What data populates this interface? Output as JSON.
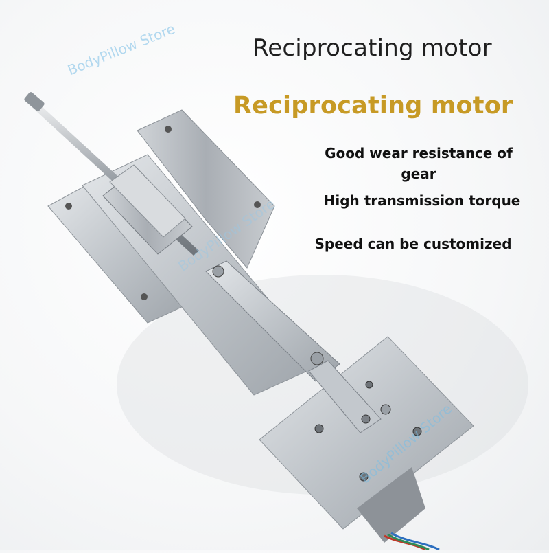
{
  "title": "Reciprocating motor",
  "subtitle": "Reciprocating motor",
  "features": [
    "Good wear resistance of gear",
    "High transmission torque",
    "Speed can be customized"
  ],
  "watermark": "BodyPillow Store",
  "colors": {
    "accent": "#c79a25",
    "text": "#111111",
    "metal": "#b9bec3",
    "watermark": "#78bee6"
  }
}
